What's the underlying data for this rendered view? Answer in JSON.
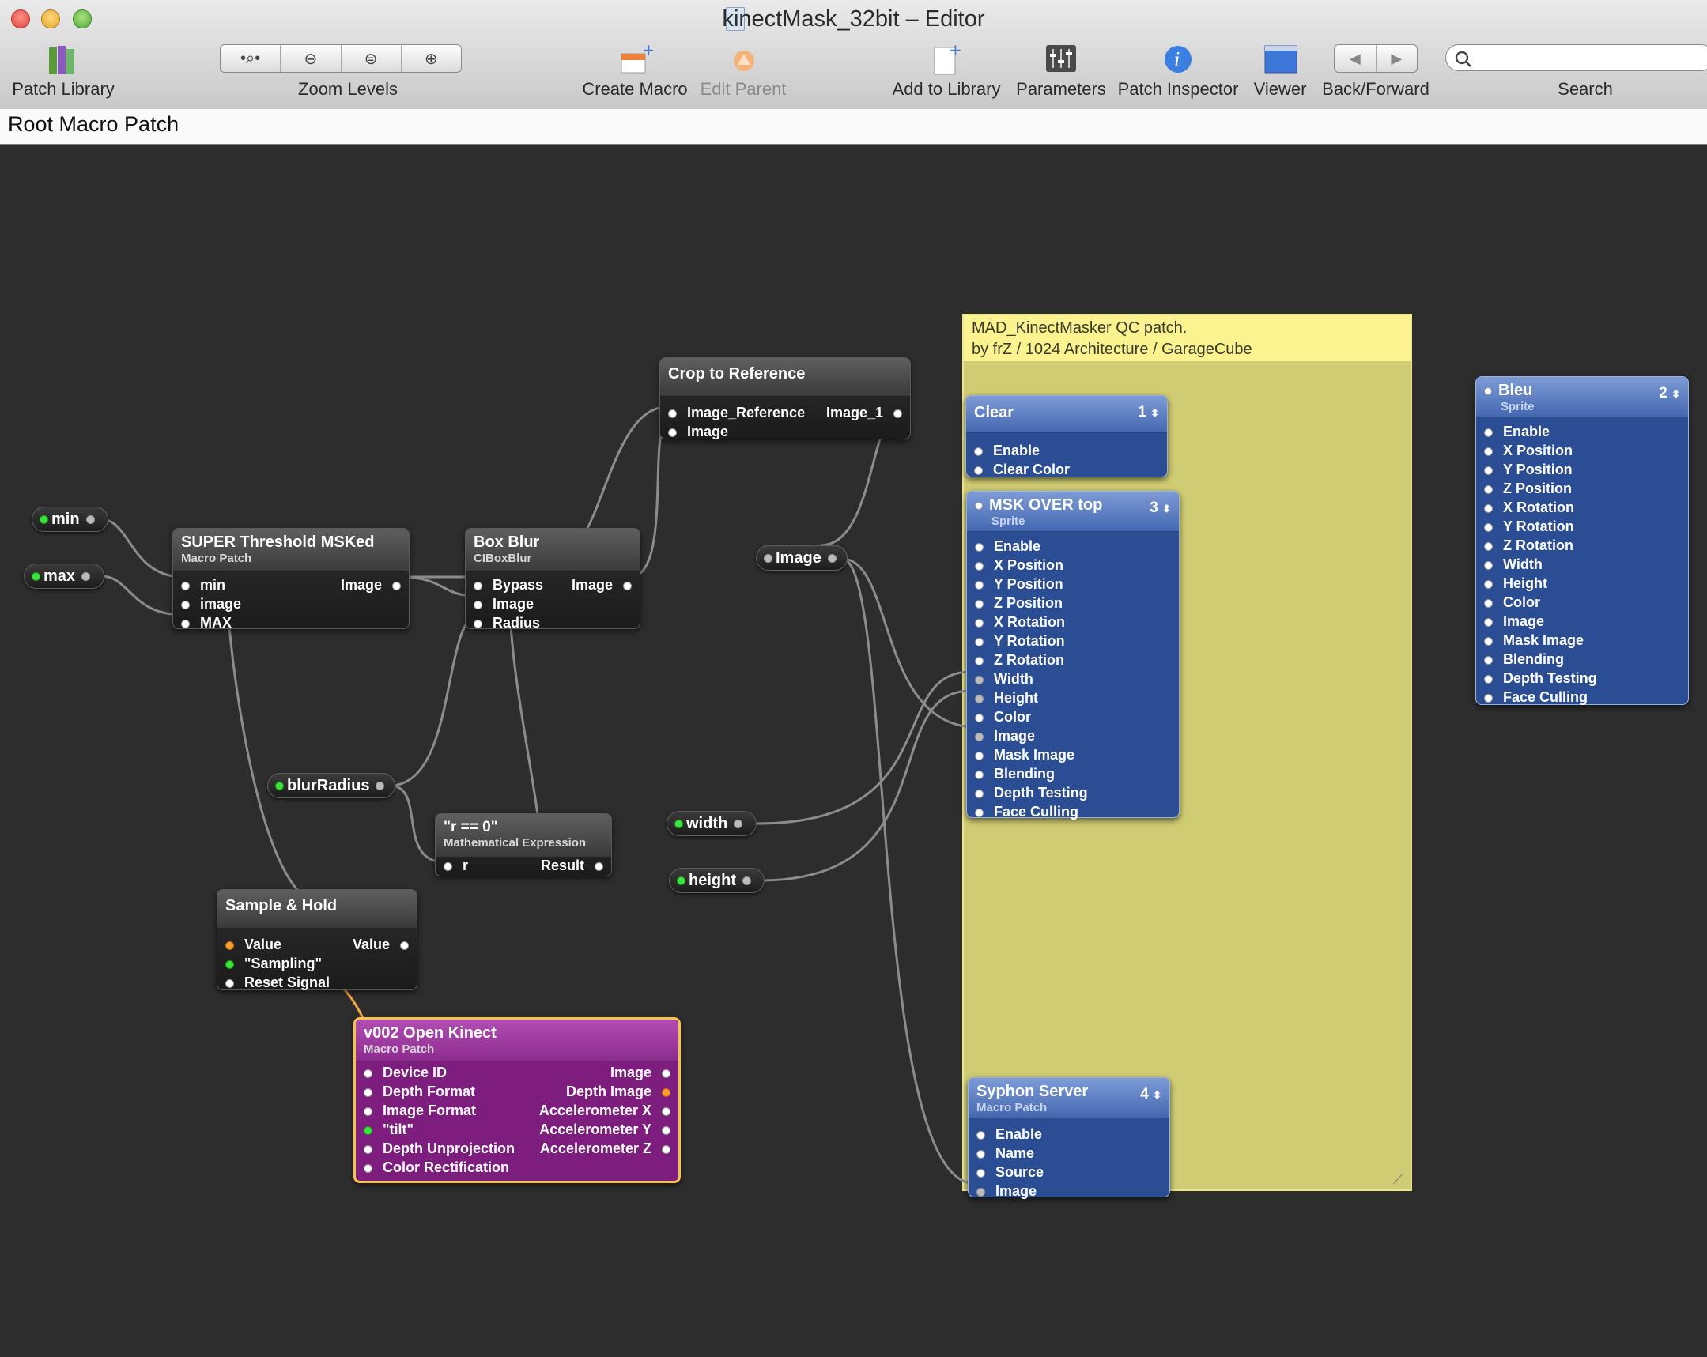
{
  "window": {
    "title": "kinectMask_32bit – Editor"
  },
  "toolbar": {
    "patch_library": "Patch Library",
    "zoom_levels": "Zoom Levels",
    "create_macro": "Create Macro",
    "edit_parent": "Edit Parent",
    "add_to_library": "Add to Library",
    "parameters": "Parameters",
    "patch_inspector": "Patch Inspector",
    "viewer": "Viewer",
    "back_forward": "Back/Forward",
    "search": "Search",
    "search_placeholder": ""
  },
  "breadcrumb": "Root Macro Patch",
  "note": {
    "line1": "MAD_KinectMasker QC patch.",
    "line2": "by frZ  /  1024 Architecture  /  GarageCube"
  },
  "published": {
    "min": "min",
    "max": "max",
    "blurRadius": "blurRadius",
    "image": "Image",
    "width": "width",
    "height": "height"
  },
  "patches": {
    "threshold": {
      "title": "SUPER Threshold MSKed",
      "subtitle": "Macro Patch",
      "inputs": [
        "min",
        "image",
        "MAX"
      ],
      "outputs": [
        "Image"
      ]
    },
    "boxblur": {
      "title": "Box Blur",
      "subtitle": "CIBoxBlur",
      "inputs": [
        "Bypass",
        "Image",
        "Radius"
      ],
      "outputs": [
        "Image"
      ]
    },
    "crop": {
      "title": "Crop to Reference",
      "inputs": [
        "Image_Reference",
        "Image"
      ],
      "outputs": [
        "Image_1"
      ]
    },
    "math": {
      "title": "\"r == 0\"",
      "subtitle": "Mathematical Expression",
      "inputs": [
        "r"
      ],
      "outputs": [
        "Result"
      ]
    },
    "samplehold": {
      "title": "Sample & Hold",
      "inputs": [
        "Value",
        "\"Sampling\"",
        "Reset Signal"
      ],
      "outputs": [
        "Value"
      ]
    },
    "kinect": {
      "title": "v002 Open Kinect",
      "subtitle": "Macro Patch",
      "inputs": [
        "Device ID",
        "Depth Format",
        "Image Format",
        "\"tilt\"",
        "Depth Unprojection",
        "Color Rectification"
      ],
      "outputs": [
        "Image",
        "Depth Image",
        "Accelerometer X",
        "Accelerometer Y",
        "Accelerometer Z"
      ]
    },
    "clear": {
      "title": "Clear",
      "number": "1",
      "inputs": [
        "Enable",
        "Clear Color"
      ]
    },
    "mskover": {
      "title": "MSK OVER top",
      "subtitle": "Sprite",
      "number": "3",
      "inputs": [
        "Enable",
        "X Position",
        "Y Position",
        "Z Position",
        "X Rotation",
        "Y Rotation",
        "Z Rotation",
        "Width",
        "Height",
        "Color",
        "Image",
        "Mask Image",
        "Blending",
        "Depth Testing",
        "Face Culling"
      ]
    },
    "syphon": {
      "title": "Syphon Server",
      "subtitle": "Macro Patch",
      "number": "4",
      "inputs": [
        "Enable",
        "Name",
        "Source",
        "Image"
      ]
    },
    "bleu": {
      "title": "Bleu",
      "subtitle": "Sprite",
      "number": "2",
      "inputs": [
        "Enable",
        "X Position",
        "Y Position",
        "Z Position",
        "X Rotation",
        "Y Rotation",
        "Z Rotation",
        "Width",
        "Height",
        "Color",
        "Image",
        "Mask Image",
        "Blending",
        "Depth Testing",
        "Face Culling"
      ]
    }
  },
  "colors": {
    "canvas": "#2d2d2d",
    "wire": "#8c8c8c",
    "wire_active": "#f5a742",
    "note": "#cfcc73",
    "sprite_blue": "#2b4d93",
    "macro_purple": "#7d1e7e"
  }
}
